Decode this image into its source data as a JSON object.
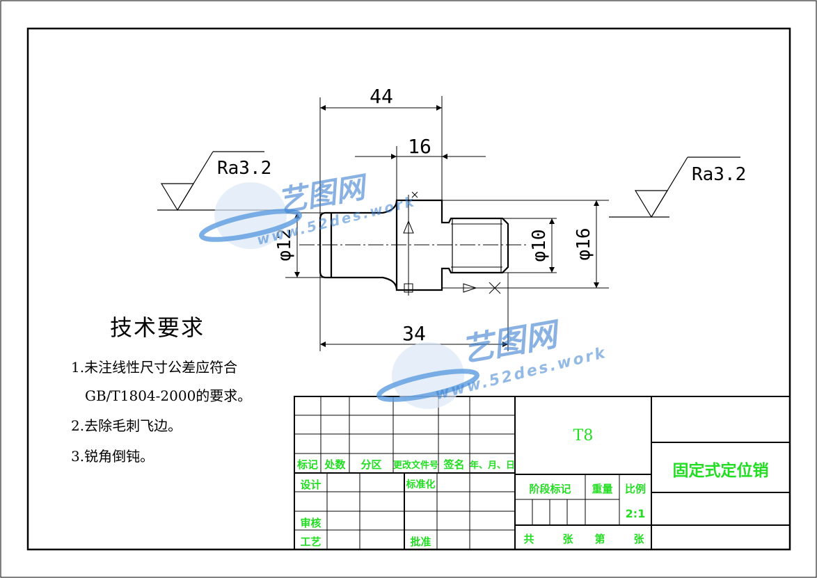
{
  "dimensions": {
    "overall_length": "44",
    "head_length": "16",
    "dia_left": "φ12",
    "dia_thread": "φ10",
    "dia_head": "φ16",
    "left_length": "34"
  },
  "roughness": {
    "left": "Ra3.2",
    "right": "Ra3.2"
  },
  "notes": {
    "title": "技术要求",
    "items": [
      "1.未注线性尺寸公差应符合",
      "GB/T1804-2000的要求。",
      "2.去除毛刺飞边。",
      "3.锐角倒钝。"
    ]
  },
  "title_block": {
    "material": "T8",
    "part_name": "固定式定位销",
    "revision_headers": [
      "标记",
      "处数",
      "分区",
      "更改文件号",
      "签名",
      "年、月、日"
    ],
    "design": "设计",
    "standardize": "标准化",
    "review": "审核",
    "process": "工艺",
    "approve": "批准",
    "stage_mark": "阶段标记",
    "weight": "重量",
    "scale_label": "比例",
    "scale_value": "2:1",
    "total": "共",
    "sheet_unit_1": "张",
    "sheet_nth": "第",
    "sheet_unit_2": "张"
  },
  "watermark": {
    "brand": "艺图网",
    "url": "www.52des.work"
  },
  "colors": {
    "title_text": "#22dd22",
    "watermark": "#3a7fd0",
    "line": "#000000"
  }
}
